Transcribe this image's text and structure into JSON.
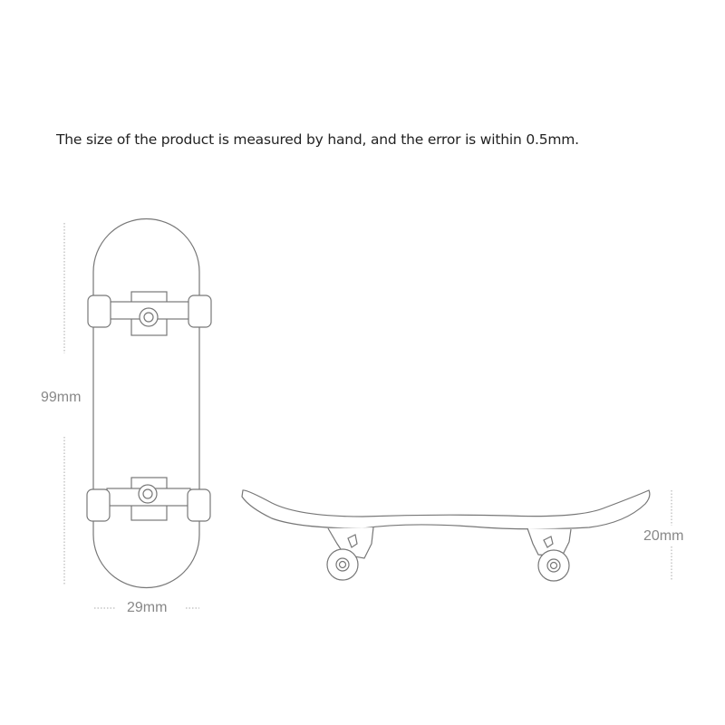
{
  "caption": "The size of the product is measured by hand, and the error is within 0.5mm.",
  "dimensions": {
    "length": "99mm",
    "width": "29mm",
    "height": "20mm"
  },
  "colors": {
    "line": "#777777",
    "dim_text": "#888888"
  }
}
